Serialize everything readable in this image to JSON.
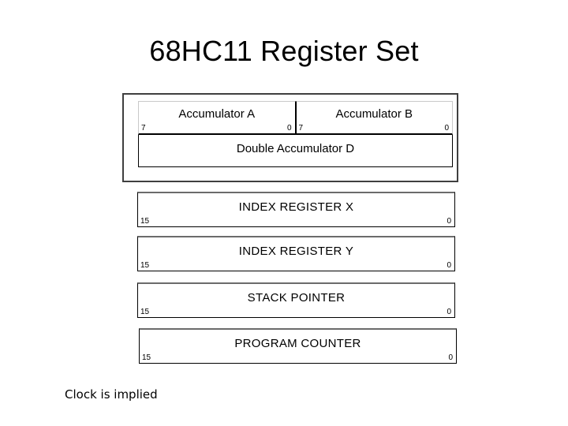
{
  "slide": {
    "title": "68HC11 Register Set",
    "footer_note": "Clock is implied",
    "background_color": "#ffffff",
    "text_color": "#000000"
  },
  "diagram": {
    "accumulator_group": {
      "border_color": "#3f3f3f",
      "half_registers": [
        {
          "name": "Accumulator A",
          "msb": "7",
          "lsb": "0"
        },
        {
          "name": "Accumulator B",
          "msb": "7",
          "lsb": "0"
        }
      ],
      "combined": {
        "name": "Double Accumulator D"
      }
    },
    "wide_registers": [
      {
        "name": "INDEX REGISTER X",
        "msb": "15",
        "lsb": "0"
      },
      {
        "name": "INDEX REGISTER Y",
        "msb": "15",
        "lsb": "0"
      },
      {
        "name": "STACK POINTER",
        "msb": "15",
        "lsb": "0"
      },
      {
        "name": "PROGRAM COUNTER",
        "msb": "15",
        "lsb": "0"
      }
    ]
  }
}
